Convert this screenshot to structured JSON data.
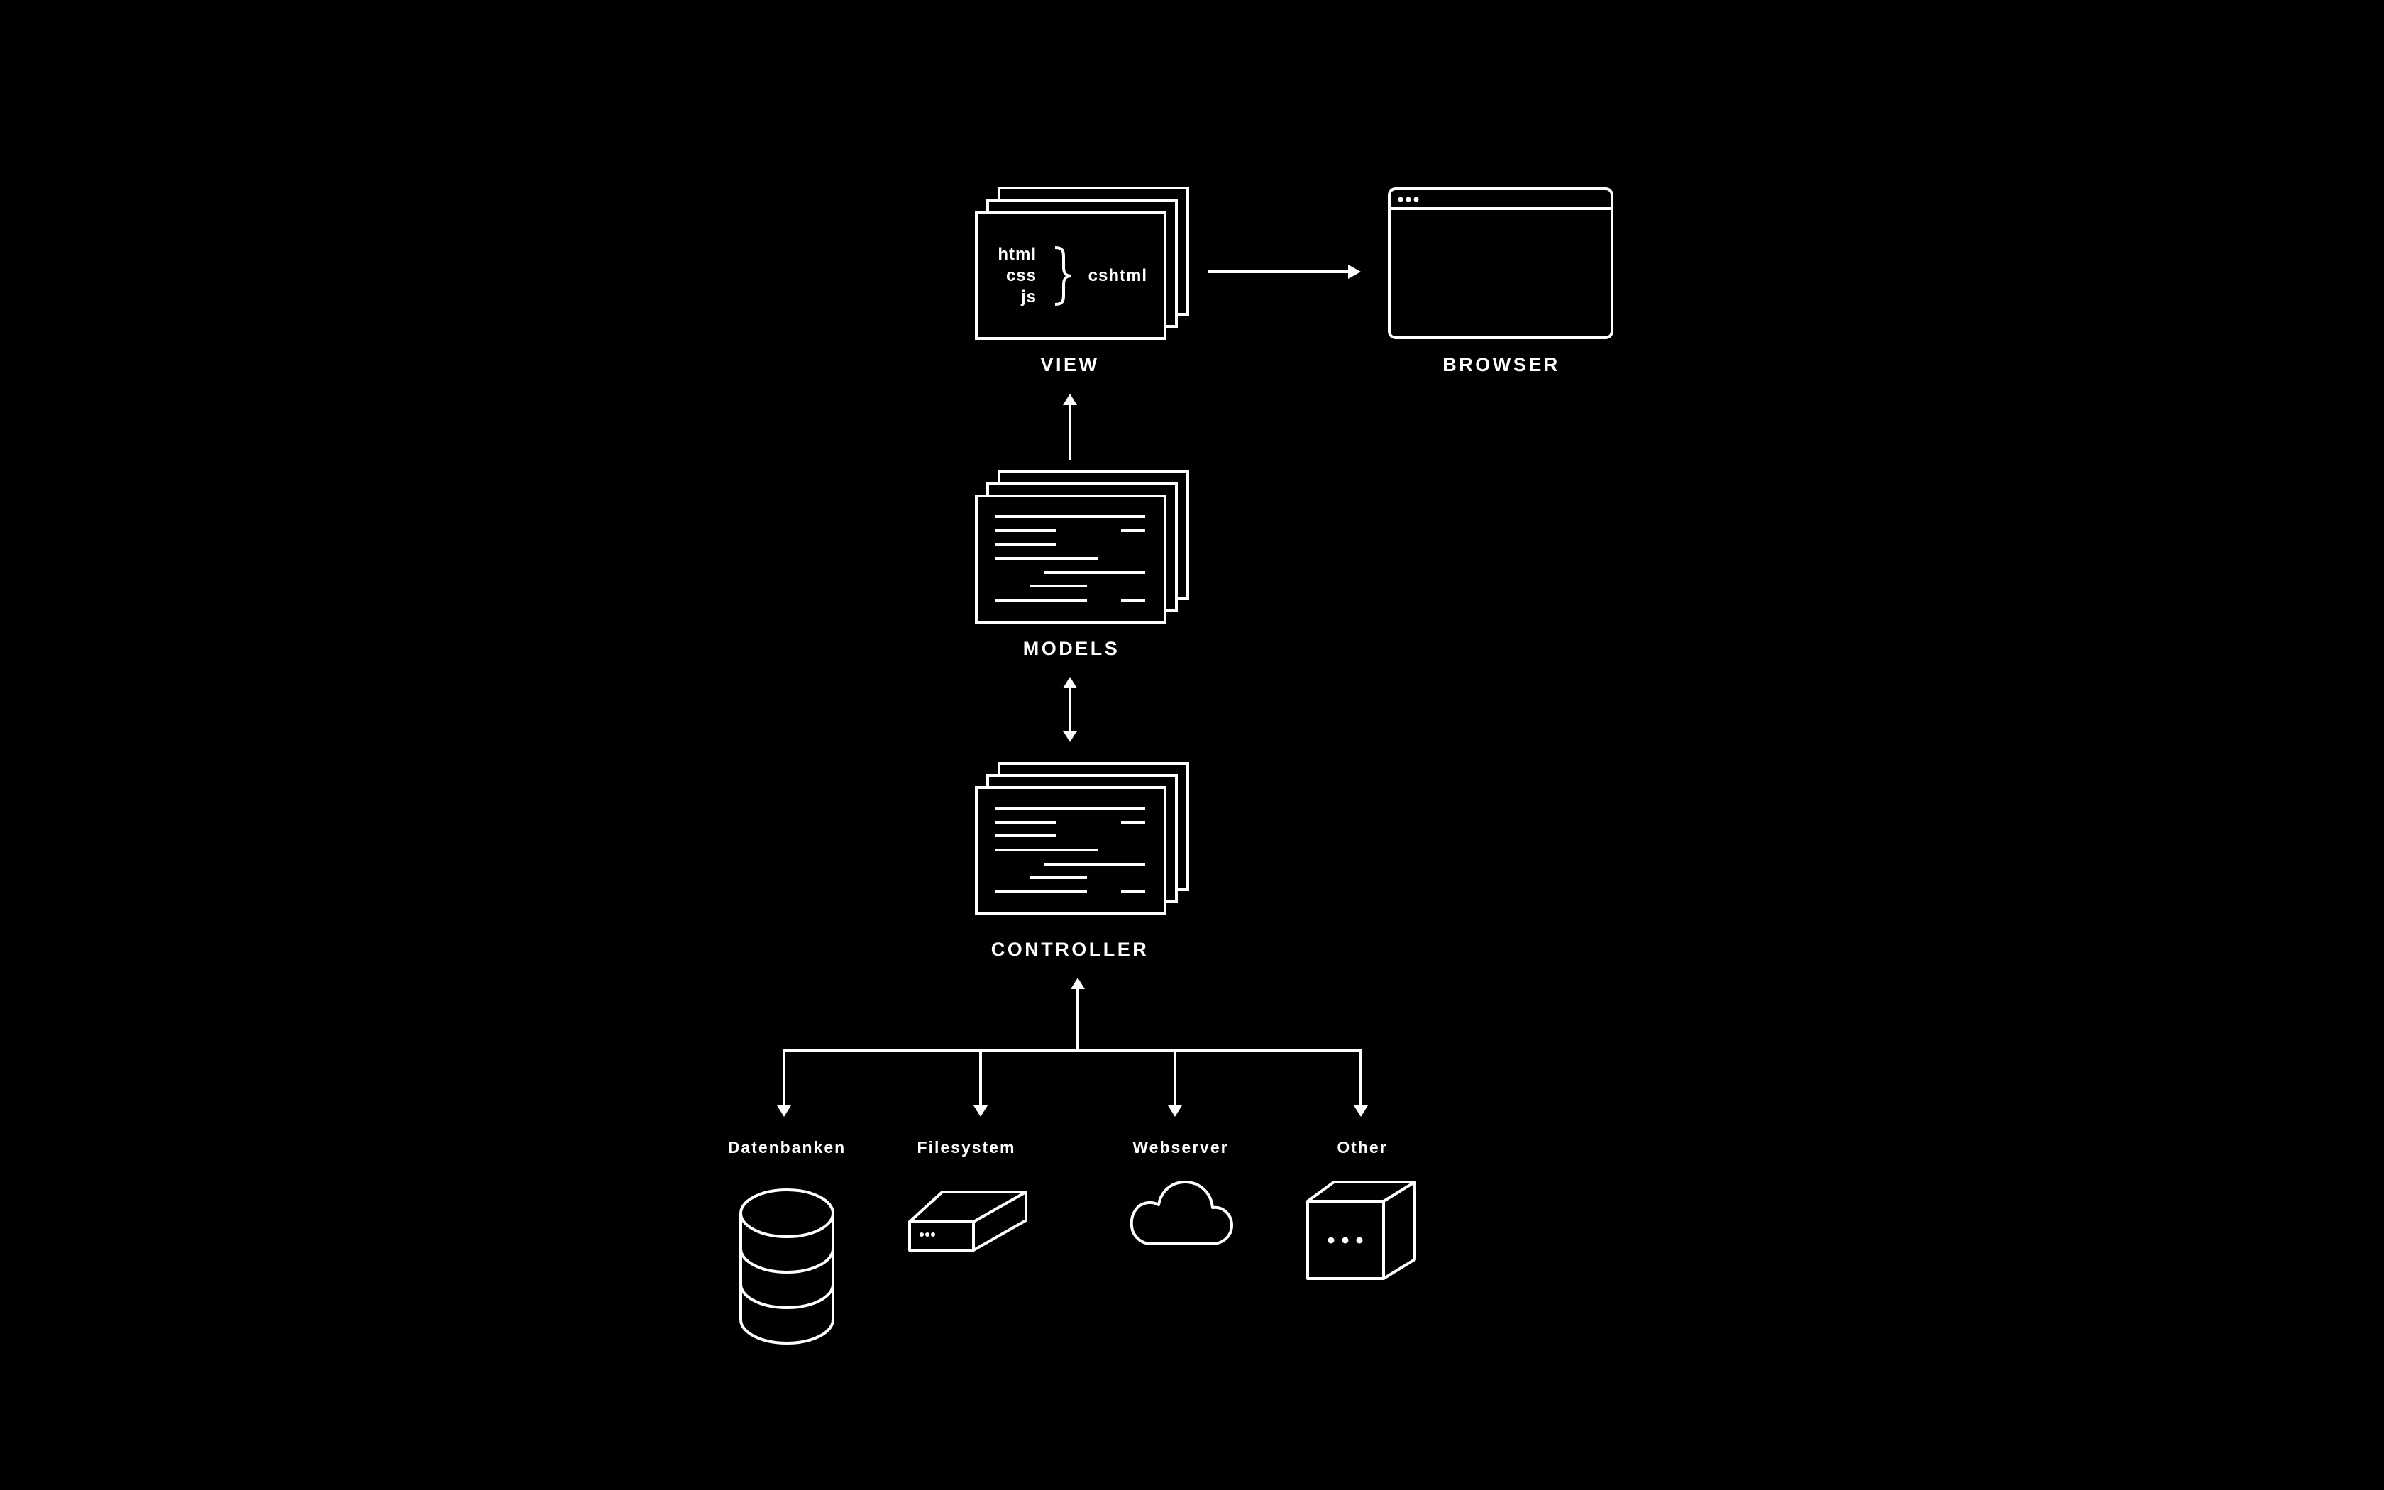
{
  "nodes": {
    "view": {
      "label": "VIEW",
      "lines": [
        "html",
        "css",
        "js"
      ],
      "output": "cshtml"
    },
    "browser": {
      "label": "BROWSER"
    },
    "models": {
      "label": "MODELS"
    },
    "controller": {
      "label": "CONTROLLER"
    }
  },
  "sources": [
    {
      "label": "Datenbanken",
      "icon": "database-icon"
    },
    {
      "label": "Filesystem",
      "icon": "drive-icon"
    },
    {
      "label": "Webserver",
      "icon": "cloud-icon"
    },
    {
      "label": "Other",
      "icon": "box-icon"
    }
  ],
  "colors": {
    "background": "#000000",
    "foreground": "#ffffff"
  }
}
